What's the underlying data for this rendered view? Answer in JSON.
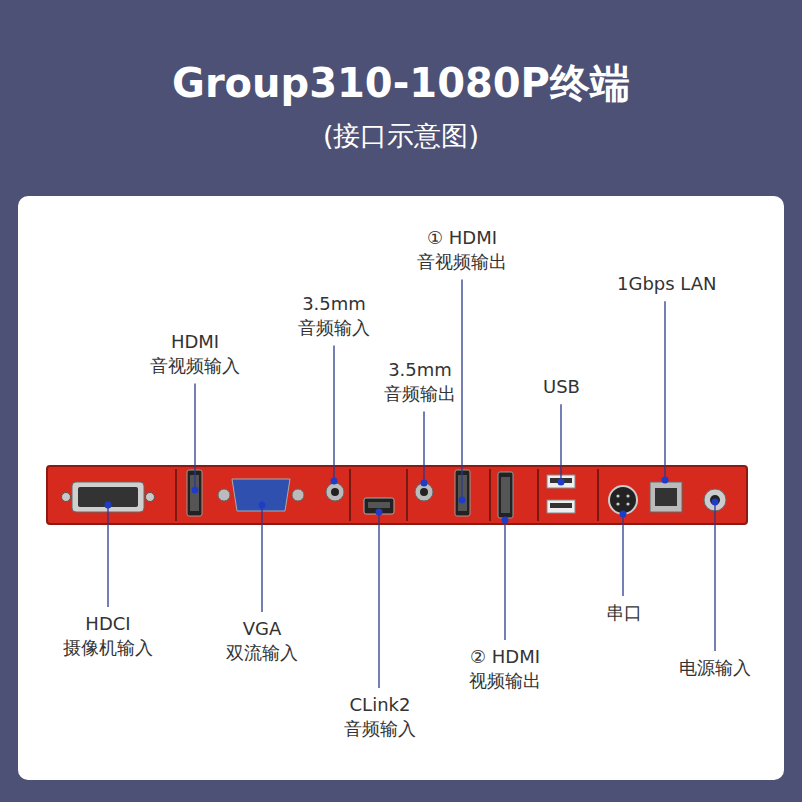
{
  "diagram": {
    "title": "Group310-1080P终端",
    "caption": "(接口示意图)",
    "labels": [
      "① HDMI 音视频输出",
      "1Gbps LAN",
      "3.5mm 音频输入",
      "HDMI 音视频输入",
      "3.5mm 音频输出",
      "USB",
      "HDCI 摄像机输入",
      "VGA 双流输入",
      "② HDMI 视频输出",
      "串口",
      "电源输入",
      "CLink2 音频输入"
    ]
  }
}
